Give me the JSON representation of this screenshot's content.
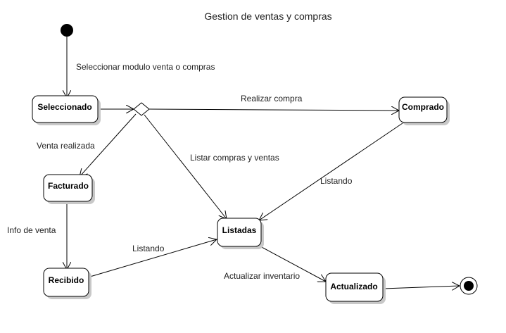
{
  "title": "Gestion de ventas y compras",
  "states": {
    "seleccionado": "Seleccionado",
    "comprado": "Comprado",
    "facturado": "Facturado",
    "listadas": "Listadas",
    "recibido": "Recibido",
    "actualizado": "Actualizado"
  },
  "transitions": {
    "seleccionar": "Seleccionar modulo venta o compras",
    "realizar_compra": "Realizar compra",
    "venta_realizada": "Venta realizada",
    "listar": "Listar compras y ventas",
    "listando_comprado": "Listando",
    "info_venta": "Info de venta",
    "listando_recibido": "Listando",
    "actualizar_inventario": "Actualizar inventario"
  }
}
